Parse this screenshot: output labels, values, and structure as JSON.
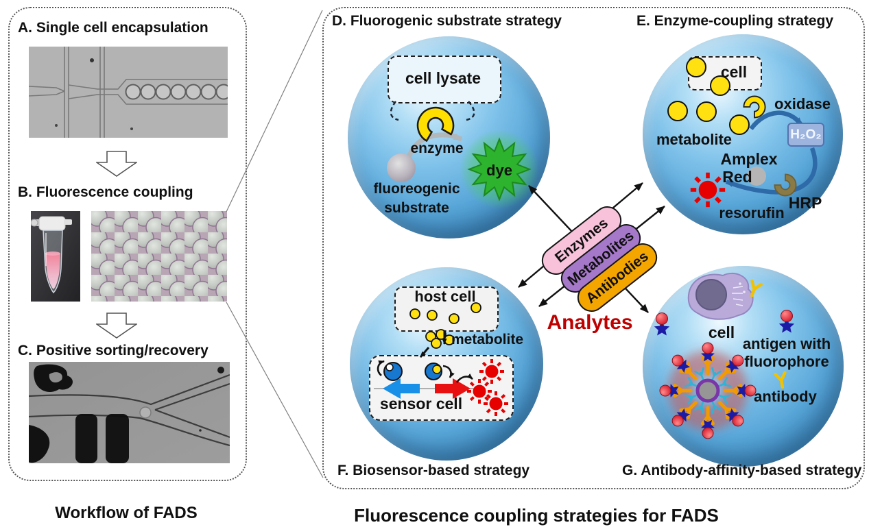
{
  "captions": {
    "left": "Workflow of FADS",
    "right": "Fluorescence coupling strategies for FADS"
  },
  "workflow": {
    "step_a": "A. Single cell encapsulation",
    "step_b": "B. Fluorescence coupling",
    "step_c": "C. Positive sorting/recovery"
  },
  "strategy_d": {
    "title": "D. Fluorogenic substrate strategy",
    "cell_lysate": "cell lysate",
    "enzyme": "enzyme",
    "dye": "dye",
    "substrate_line1": "fluoreogenic",
    "substrate_line2": "substrate"
  },
  "strategy_e": {
    "title": "E. Enzyme-coupling strategy",
    "cell": "cell",
    "oxidase": "oxidase",
    "metabolite": "metabolite",
    "h2o2": "H₂O₂",
    "amplex_line1": "Amplex",
    "amplex_line2": "Red",
    "hrp": "HRP",
    "resorufin": "resorufin"
  },
  "strategy_f": {
    "title": "F. Biosensor-based strategy",
    "host_cell": "host cell",
    "metabolite": "metabolite",
    "sensor_cell": "sensor cell"
  },
  "strategy_g": {
    "title": "G. Antibody-affinity-based strategy",
    "cell": "cell",
    "antigen_line1": "antigen with",
    "antigen_line2": "fluorophore",
    "antibody": "antibody"
  },
  "analytes": {
    "label": "Analytes",
    "color": "#bf0000",
    "pills": [
      {
        "label": "Enzymes",
        "color": "#f8c3da"
      },
      {
        "label": "Metabolites",
        "color": "#a678ca"
      },
      {
        "label": "Antibodies",
        "color": "#f4a500"
      }
    ]
  }
}
